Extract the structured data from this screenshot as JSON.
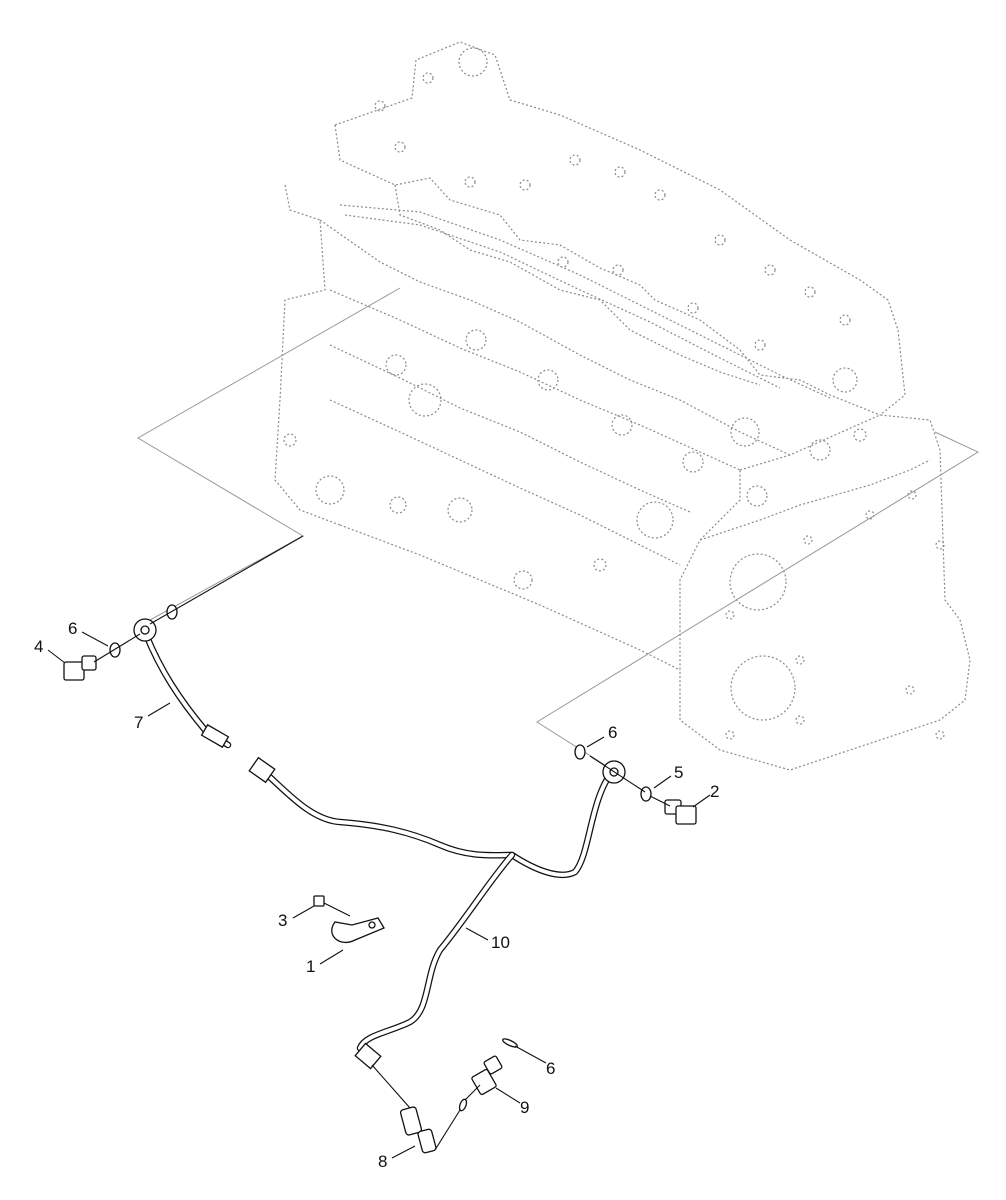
{
  "callouts": {
    "c1": "1",
    "c2": "2",
    "c3": "3",
    "c4": "4",
    "c5": "5",
    "c6a": "6",
    "c6b": "6",
    "c6c": "6",
    "c7": "7",
    "c8": "8",
    "c9": "9",
    "c10": "10"
  }
}
